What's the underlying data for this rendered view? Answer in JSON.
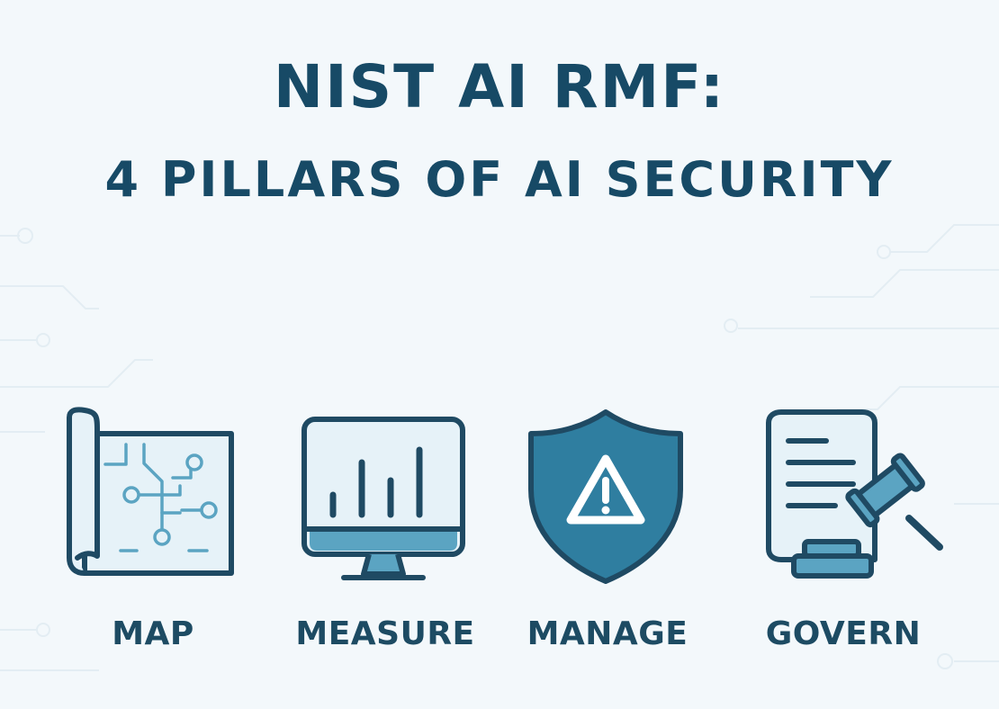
{
  "title": {
    "line1": "NIST AI RMF:",
    "line2": "4 PILLARS OF AI SECURITY"
  },
  "pillars": [
    {
      "label": "MAP",
      "icon": "map-circuit-icon"
    },
    {
      "label": "MEASURE",
      "icon": "monitor-chart-icon"
    },
    {
      "label": "MANAGE",
      "icon": "shield-warning-icon"
    },
    {
      "label": "GOVERN",
      "icon": "document-gavel-icon"
    }
  ],
  "colors": {
    "background": "#f3f8fb",
    "title": "#174a66",
    "icon_stroke": "#1f4a63",
    "icon_fill_light": "#e6f2f8",
    "icon_accent": "#5ba4c2",
    "shield_fill": "#2f7ea0"
  }
}
